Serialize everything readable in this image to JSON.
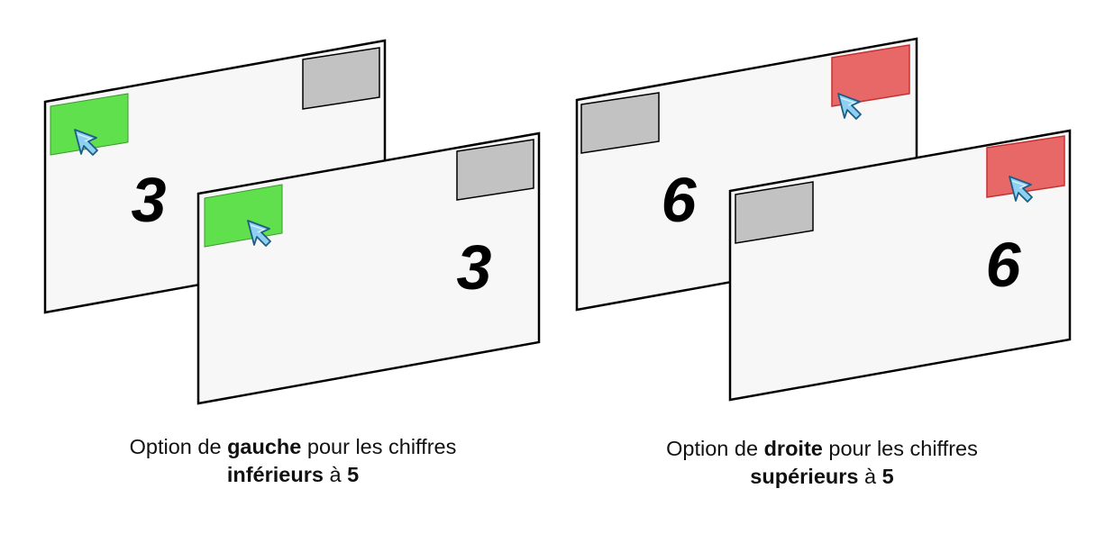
{
  "colors": {
    "screen_fill": "#f7f7f7",
    "screen_border": "#000000",
    "neutral_button": "#c2c2c2",
    "left_option": "#5fe04c",
    "right_option": "#e86868",
    "cursor": "#8ed0f2",
    "digit": "#000000"
  },
  "panels": {
    "left": {
      "digit": "3",
      "highlight_side": "left",
      "highlight_color": "green"
    },
    "right": {
      "digit": "6",
      "highlight_side": "right",
      "highlight_color": "red"
    }
  },
  "captions": {
    "left": {
      "line1_prefix": "Option de ",
      "line1_bold": "gauche",
      "line1_suffix": " pour les chiffres",
      "line2_bold": "inférieurs",
      "line2_mid": " à ",
      "line2_bold2": "5"
    },
    "right": {
      "line1_prefix": "Option de ",
      "line1_bold": "droite",
      "line1_suffix": " pour les chiffres",
      "line2_bold": "supérieurs",
      "line2_mid": " à ",
      "line2_bold2": "5"
    }
  },
  "icons": [
    "mouse-cursor-icon"
  ]
}
